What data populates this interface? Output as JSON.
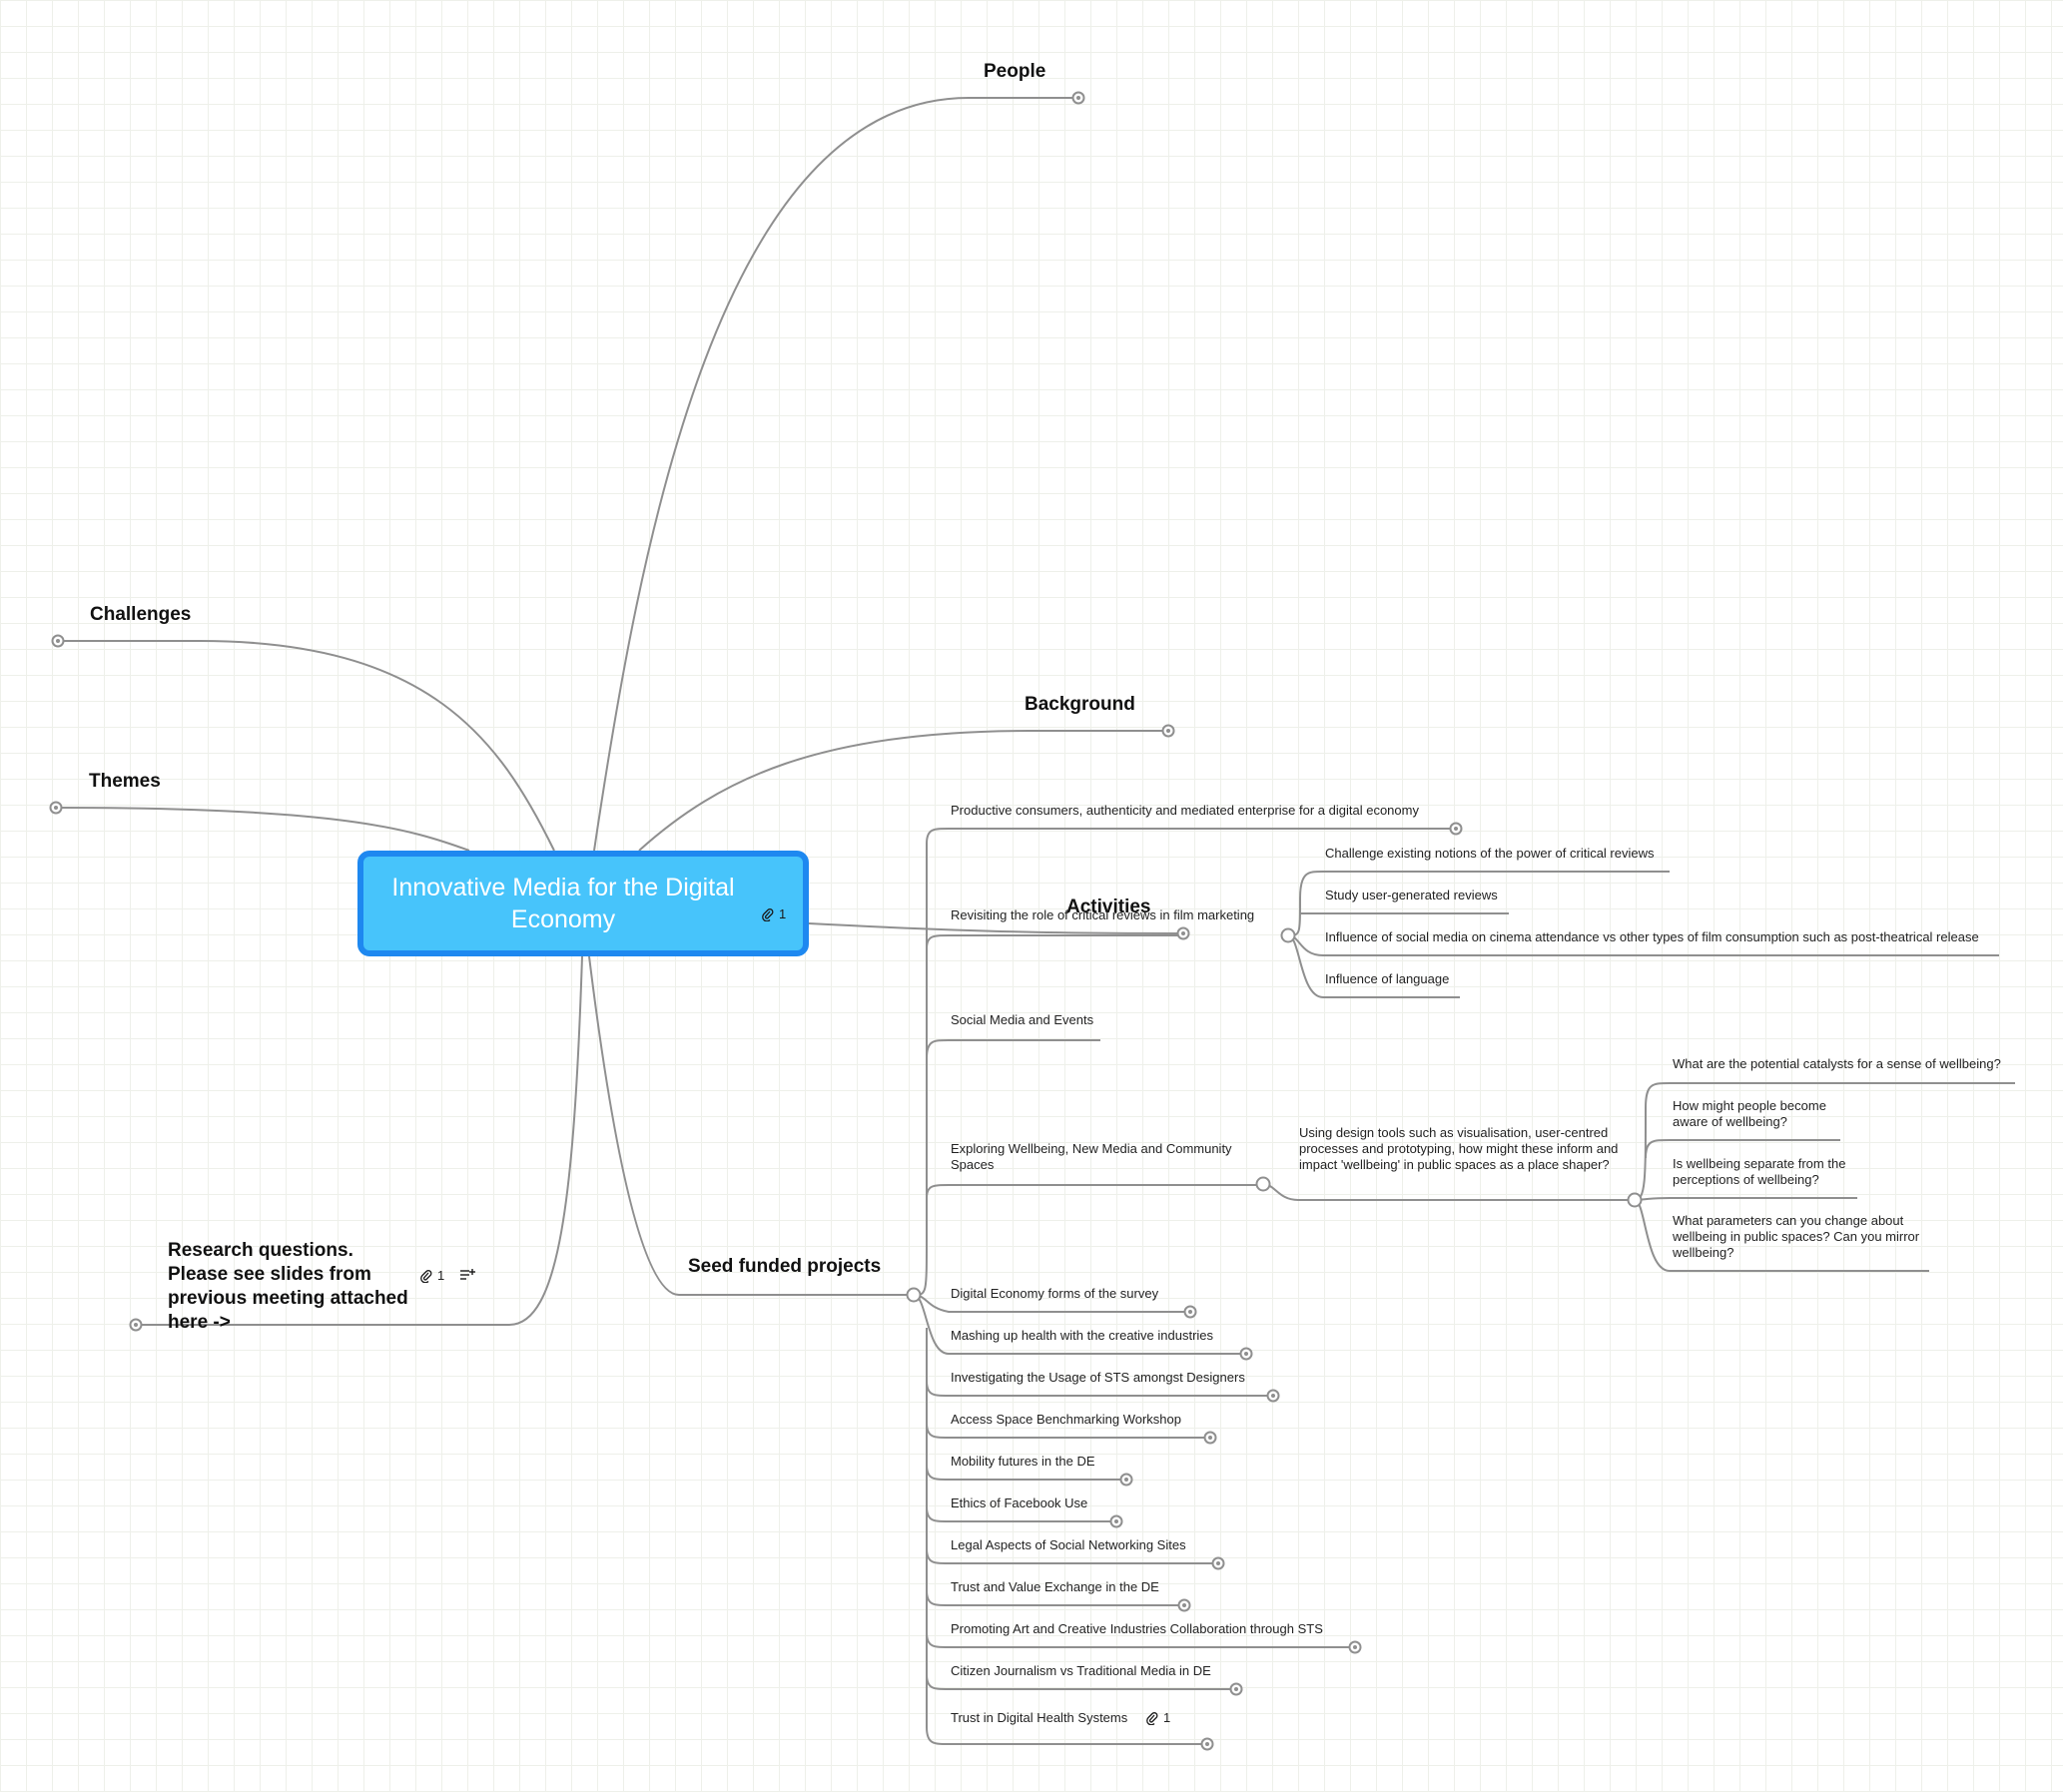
{
  "root": {
    "title": "Innovative Media for the Digital Economy",
    "attachment_count": "1"
  },
  "branches": {
    "people": "People",
    "challenges": "Challenges",
    "themes": "Themes",
    "background": "Background",
    "activities": "Activities",
    "research": "Research questions. Please see slides from previous meeting attached here ->",
    "research_attachment_count": "1",
    "seed": "Seed funded projects"
  },
  "seed_projects": [
    "Productive consumers, authenticity and mediated enterprise for a digital economy",
    "Revisiting the role of critical reviews in film marketing",
    "Social Media and Events",
    "Exploring Wellbeing, New Media and Community Spaces",
    "Digital Economy forms of the survey",
    "Mashing up health with the creative industries",
    "Investigating the Usage of STS amongst Designers",
    "Access Space Benchmarking Workshop",
    "Mobility futures in the DE",
    "Ethics of Facebook Use",
    "Legal Aspects of Social Networking Sites",
    "Trust and Value Exchange in the DE",
    "Promoting Art and Creative Industries Collaboration through STS",
    "Citizen Journalism vs Traditional Media in DE",
    "Trust in Digital Health Systems"
  ],
  "trust_health_attachment_count": "1",
  "film_children": [
    "Challenge existing notions of the power of critical reviews",
    "Study user-generated reviews",
    "Influence of social media on cinema attendance vs other types of film consumption such as post-theatrical release",
    "Influence of language"
  ],
  "wellbeing_child": "Using design tools such as visualisation, user-centred processes and prototyping, how might these inform and impact 'wellbeing' in public spaces as a place shaper?",
  "wellbeing_questions": [
    "What are the potential catalysts for a sense of wellbeing?",
    "How might people become aware of wellbeing?",
    "Is wellbeing separate from the perceptions of wellbeing?",
    "What parameters can you change about wellbeing in public spaces? Can you mirror wellbeing?"
  ]
}
